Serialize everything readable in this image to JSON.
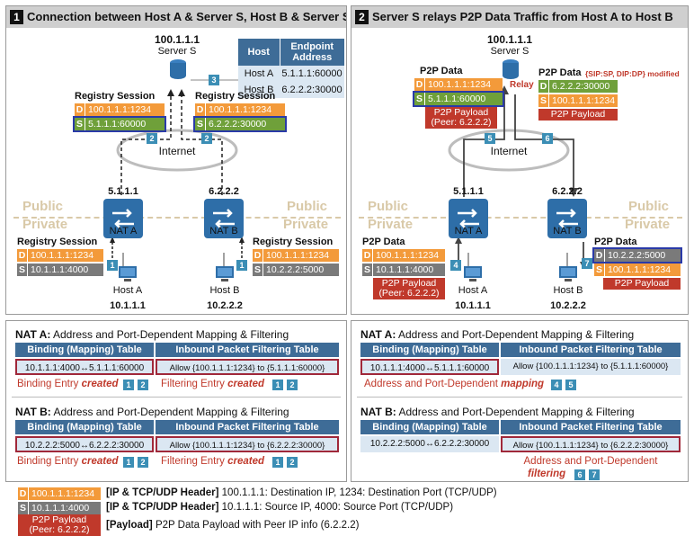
{
  "panel1": {
    "num": "1",
    "title": "Connection between Host A & Server S, Host B & Server S",
    "server_ip": "100.1.1.1",
    "server_label": "Server S",
    "internet": "Internet",
    "public": "Public",
    "private": "Private",
    "endpoint_table": {
      "headers": [
        "Host",
        "Endpoint Address"
      ],
      "rows": [
        [
          "Host A",
          "5.1.1.1:60000"
        ],
        [
          "Host B",
          "6.2.2.2:30000"
        ]
      ]
    },
    "reg_left": {
      "title": "Registry Session",
      "d": "100.1.1.1:1234",
      "s": "5.1.1.1:60000"
    },
    "reg_right": {
      "title": "Registry Session",
      "d": "100.1.1.1:1234",
      "s": "6.2.2.2:30000"
    },
    "nat_a": {
      "ip": "5.1.1.1",
      "label": "NAT A"
    },
    "nat_b": {
      "ip": "6.2.2.2",
      "label": "NAT B"
    },
    "reg_hostA": {
      "title": "Registry Session",
      "d": "100.1.1.1:1234",
      "s": "10.1.1.1:4000"
    },
    "reg_hostB": {
      "title": "Registry Session",
      "d": "100.1.1.1:1234",
      "s": "10.2.2.2:5000"
    },
    "hostA": {
      "label": "Host A",
      "ip": "10.1.1.1"
    },
    "hostB": {
      "label": "Host B",
      "ip": "10.2.2.2"
    },
    "badges": {
      "b1a": "1",
      "b1b": "1",
      "b2a": "2",
      "b2b": "2",
      "b3": "3"
    }
  },
  "panel2": {
    "num": "2",
    "title": "Server S relays P2P Data Traffic from Host A to Host B",
    "server_ip": "100.1.1.1",
    "server_label": "Server S",
    "relay": "Relay",
    "internet": "Internet",
    "public": "Public",
    "private": "Private",
    "p2p_left": {
      "title": "P2P Data",
      "d": "100.1.1.1:1234",
      "s": "5.1.1.1:60000",
      "payload1": "P2P Payload",
      "payload2": "(Peer: 6.2.2.2)"
    },
    "p2p_right": {
      "title": "P2P Data",
      "note": "{SIP:SP, DIP:DP} modified",
      "d": "6.2.2.2:30000",
      "s": "100.1.1.1:1234",
      "payload": "P2P Payload"
    },
    "nat_a": {
      "ip": "5.1.1.1",
      "label": "NAT A"
    },
    "nat_b": {
      "ip": "6.2.2.2",
      "label": "NAT B"
    },
    "p2p_hostA": {
      "title": "P2P Data",
      "d": "100.1.1.1:1234",
      "s": "10.1.1.1:4000",
      "payload1": "P2P Payload",
      "payload2": "(Peer: 6.2.2.2)"
    },
    "p2p_hostB": {
      "title": "P2P Data",
      "d": "10.2.2.2:5000",
      "s": "100.1.1.1:1234",
      "payload": "P2P Payload"
    },
    "hostA": {
      "label": "Host A",
      "ip": "10.1.1.1"
    },
    "hostB": {
      "label": "Host B",
      "ip": "10.2.2.2"
    },
    "badges": {
      "b4": "4",
      "b5": "5",
      "b6": "6",
      "b7": "7"
    }
  },
  "panel3": {
    "nata_title_b": "NAT A:",
    "nata_title": " Address and Port-Dependent Mapping & Filtering",
    "nata_h1": "Binding (Mapping) Table",
    "nata_h2": "Inbound Packet Filtering Table",
    "nata_c1": "10.1.1.1:4000↔5.1.1.1:60000",
    "nata_c2": "Allow {100.1.1.1:1234} to {5.1.1.1:60000}",
    "nata_n1": "Binding Entry ",
    "nata_n1b": "created",
    "nata_n2": "Filtering Entry ",
    "nata_n2b": "created",
    "natb_title_b": "NAT B:",
    "natb_title": " Address and Port-Dependent Mapping & Filtering",
    "natb_h1": "Binding (Mapping) Table",
    "natb_h2": "Inbound Packet Filtering Table",
    "natb_c1": "10.2.2.2:5000↔6.2.2.2:30000",
    "natb_c2": "Allow {100.1.1.1:1234} to {6.2.2.2:30000}",
    "natb_n1": "Binding Entry ",
    "natb_n1b": "created",
    "natb_n2": "Filtering Entry ",
    "natb_n2b": "created",
    "b1": "1",
    "b2": "2"
  },
  "panel4": {
    "nata_title_b": "NAT A:",
    "nata_title": " Address and Port-Dependent Mapping & Filtering",
    "nata_h1": "Binding (Mapping) Table",
    "nata_h2": "Inbound Packet Filtering Table",
    "nata_c1": "10.1.1.1:4000↔5.1.1.1:60000",
    "nata_c2": "Allow {100.1.1.1:1234} to {5.1.1.1:60000}",
    "nata_note": "Address and Port-Dependent ",
    "nata_note_b": "mapping",
    "natb_title_b": "NAT B:",
    "natb_title": " Address and Port-Dependent Mapping & Filtering",
    "natb_h1": "Binding (Mapping) Table",
    "natb_h2": "Inbound Packet Filtering Table",
    "natb_c1": "10.2.2.2:5000↔6.2.2.2:30000",
    "natb_c2": "Allow {100.1.1.1:1234} to {6.2.2.2:30000}",
    "natb_note1": "Address and Port-Dependent",
    "natb_note_b": "filtering",
    "b4": "4",
    "b5": "5",
    "b6": "6",
    "b7": "7"
  },
  "legend": {
    "d": "100.1.1.1:1234",
    "s": "10.1.1.1:4000",
    "payload1": "P2P Payload",
    "payload2": "(Peer: 6.2.2.2)",
    "l1b": "[IP & TCP/UDP Header]",
    "l1": " 100.1.1.1: Destination IP, 1234: Destination Port (TCP/UDP)",
    "l2b": "[IP & TCP/UDP Header]",
    "l2": " 10.1.1.1: Source IP, 4000: Source Port (TCP/UDP)",
    "l3b": "[Payload]",
    "l3": " P2P Data Payload with Peer IP info (6.2.2.2)"
  },
  "letters": {
    "d": "D",
    "s": "S"
  },
  "colors": {
    "orange": "#f39a3a",
    "gray": "#7a7a7a",
    "green": "#6fa03a",
    "red": "#c0392b",
    "blue": "#2e6ea8",
    "header": "#3e6c97",
    "badge": "#3b8eb5"
  }
}
